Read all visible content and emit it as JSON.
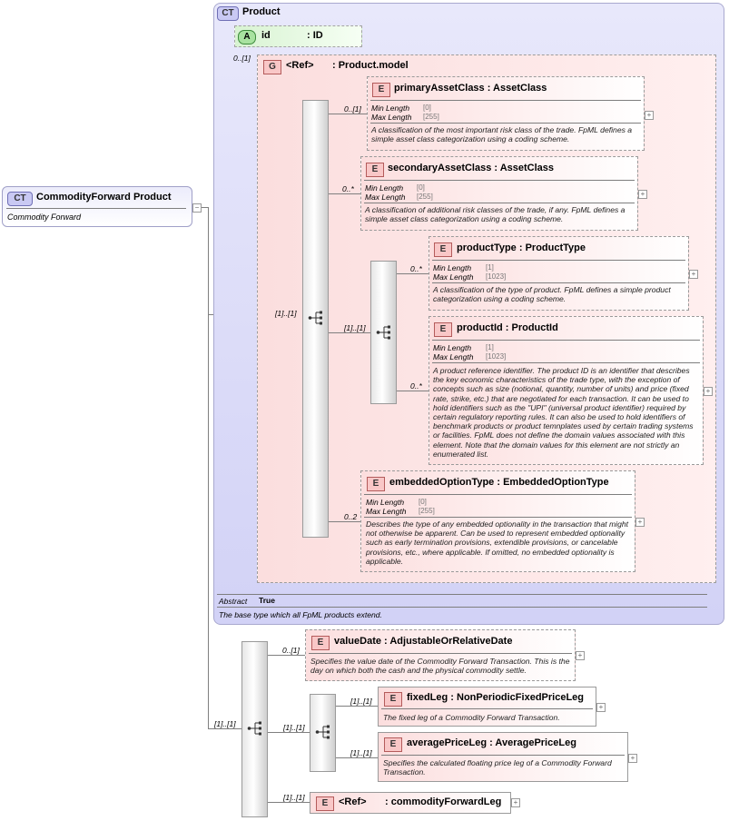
{
  "root": {
    "badge": "CT",
    "name": "CommodityForward",
    "type": "Product",
    "description": "Commodity Forward"
  },
  "product": {
    "badge": "CT",
    "name": "Product",
    "attribute": {
      "badge": "A",
      "name": "id",
      "type": ": ID"
    },
    "attr_card": "0..[1]",
    "group": {
      "badge": "G",
      "name": "<Ref>",
      "type": ": Product.model"
    },
    "group_seq_card": "[1]..[1]",
    "abstract_label": "Abstract",
    "abstract_value": "True",
    "description": "The base type which all FpML products extend."
  },
  "elements": {
    "primaryAssetClass": {
      "badge": "E",
      "name": "primaryAssetClass",
      "type": ": AssetClass",
      "card": "0..[1]",
      "min_label": "Min Length",
      "min_value": "[0]",
      "max_label": "Max Length",
      "max_value": "[255]",
      "desc": "A classification of the most important risk class of the trade. FpML defines a simple asset class categorization using a coding scheme."
    },
    "secondaryAssetClass": {
      "badge": "E",
      "name": "secondaryAssetClass",
      "type": ": AssetClass",
      "card": "0..*",
      "min_label": "Min Length",
      "min_value": "[0]",
      "max_label": "Max Length",
      "max_value": "[255]",
      "desc": "A classification of additional risk classes of the trade, if any. FpML defines a simple asset class categorization using a coding scheme."
    },
    "choice_card": "[1]..[1]",
    "productType": {
      "badge": "E",
      "name": "productType",
      "type": ": ProductType",
      "card": "0..*",
      "min_label": "Min Length",
      "min_value": "[1]",
      "max_label": "Max Length",
      "max_value": "[1023]",
      "desc": "A classification of the type of product. FpML defines a simple product categorization using a coding scheme."
    },
    "productId": {
      "badge": "E",
      "name": "productId",
      "type": ": ProductId",
      "card": "0..*",
      "min_label": "Min Length",
      "min_value": "[1]",
      "max_label": "Max Length",
      "max_value": "[1023]",
      "desc": "A product reference identifier. The product ID is an identifier that describes the key economic characteristics of the trade type, with the exception of concepts such as size (notional, quantity, number of units) and price (fixed rate, strike, etc.) that are negotiated for each transaction. It can be used to hold identifiers such as the \"UPI\" (universal product identifier) required by certain regulatory reporting rules. It can also be used to hold identifiers of benchmark products or product temnplates used by certain trading systems or facilities. FpML does not define the domain values associated with this element. Note that the domain values for this element are not strictly an enumerated list."
    },
    "embeddedOptionType": {
      "badge": "E",
      "name": "embeddedOptionType",
      "type": ": EmbeddedOptionType",
      "card": "0..2",
      "min_label": "Min Length",
      "min_value": "[0]",
      "max_label": "Max Length",
      "max_value": "[255]",
      "desc": "Describes the type of any embedded optionality in the transaction that might not otherwise be apparent. Can be used to represent embedded optionality such as early termination provisions, extendible provisions, or cancelable provisions, etc., where applicable. If omitted, no embedded optionality is applicable."
    }
  },
  "bottom": {
    "seq_card": "[1]..[1]",
    "valueDate": {
      "badge": "E",
      "name": "valueDate",
      "type": ": AdjustableOrRelativeDate",
      "card": "0..[1]",
      "desc": "Specifies the value date of the Commodity Forward Transaction. This is the day on which both the cash and the physical commodity settle."
    },
    "choice_card": "[1]..[1]",
    "fixedLeg": {
      "badge": "E",
      "name": "fixedLeg",
      "type": ": NonPeriodicFixedPriceLeg",
      "card": "[1]..[1]",
      "desc": "The fixed leg of a Commodity Forward Transaction."
    },
    "averagePriceLeg": {
      "badge": "E",
      "name": "averagePriceLeg",
      "type": ": AveragePriceLeg",
      "card": "[1]..[1]",
      "desc": "Specifies the calculated floating price leg of a Commodity Forward Transaction."
    },
    "commodityForwardLeg": {
      "badge": "E",
      "name": "<Ref>",
      "type": ": commodityForwardLeg",
      "card": "[1]..[1]"
    }
  },
  "colors": {
    "ct_bg": "#d6d6f7",
    "element_bg": "#fcdede",
    "attribute_bg": "#d8f3d2",
    "connector": "#7f7f7f"
  }
}
